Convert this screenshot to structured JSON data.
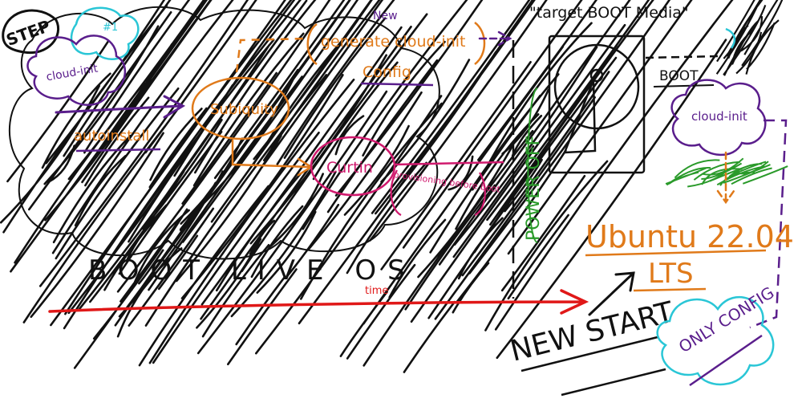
{
  "labels": {
    "corner_word": "STEP",
    "corner_number": "#1",
    "cloud_init_left": "cloud-init",
    "new_word": "New",
    "generate_config": "generate cloud-init",
    "config_word": "Config",
    "autoinstall": "autoinstall",
    "subiquity": "Subiquity",
    "curtin": "Curtin",
    "provisioning": "provisioning before boot",
    "boot_live_os": "BOOT LIVE OS",
    "time": "time",
    "power_off": "POWER OFF",
    "target_boot_media": "\"target BOOT Media\"",
    "boot_label": "BOOT",
    "cloud_init_right": "cloud-init",
    "ubuntu": "Ubuntu 22.04",
    "lts": "LTS",
    "new_start": "NEW START",
    "only_config": "ONLY CONFIG"
  },
  "colors": {
    "ink": "#111111",
    "orange": "#e07a1a",
    "purple": "#5a1e8c",
    "magenta": "#d01a6e",
    "red": "#e01818",
    "green": "#2a9a2a",
    "cyan": "#2ac6d6"
  }
}
